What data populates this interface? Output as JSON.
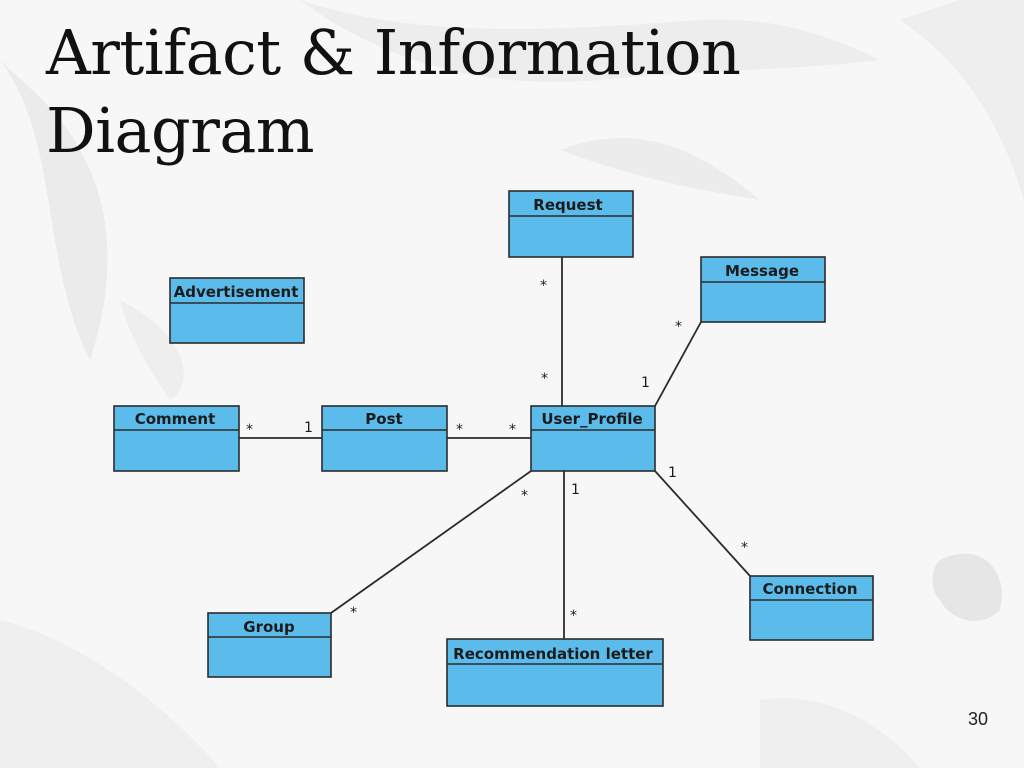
{
  "slide": {
    "title_line1": "Artifact & Information",
    "title_line2": "Diagram",
    "page_number": "30"
  },
  "classes": {
    "request": "Request",
    "message": "Message",
    "advertisement": "Advertisement",
    "comment": "Comment",
    "post": "Post",
    "user_profile": "User_Profile",
    "connection": "Connection",
    "group": "Group",
    "recommendation_letter": "Recommendation letter"
  },
  "associations": {
    "request_user_profile": {
      "request_end": "*",
      "user_profile_end": "*"
    },
    "message_user_profile": {
      "message_end": "*",
      "user_profile_end": "1"
    },
    "comment_post": {
      "comment_end": "*",
      "post_end": "1"
    },
    "post_user_profile": {
      "post_end": "*",
      "user_profile_end": "*"
    },
    "user_profile_group": {
      "user_profile_end": "*",
      "group_end": "*"
    },
    "user_profile_recommendation_letter": {
      "user_profile_end": "1",
      "recommendation_letter_end": "*"
    },
    "user_profile_connection": {
      "user_profile_end": "1",
      "connection_end": "*"
    }
  },
  "colors": {
    "class_fill": "#5bbcec",
    "class_border": "#2b2b2b",
    "background": "#f7f7f7"
  }
}
